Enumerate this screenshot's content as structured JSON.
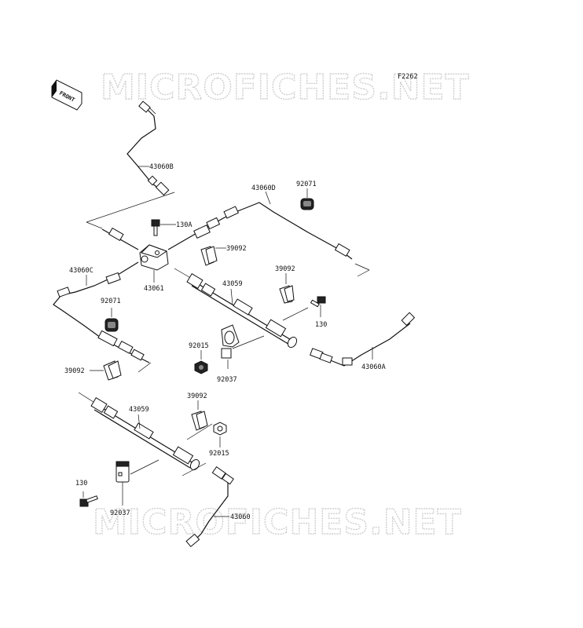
{
  "diagram": {
    "ref_code": "F2262",
    "front_label": "FRONT",
    "watermarks": [
      "MICROFICHES.NET",
      "MICROFICHES.NET"
    ],
    "part_labels": [
      {
        "id": "p43060b",
        "text": "43060B"
      },
      {
        "id": "p130a",
        "text": "130A"
      },
      {
        "id": "p43060d",
        "text": "43060D"
      },
      {
        "id": "p92071a",
        "text": "92071"
      },
      {
        "id": "p39092a",
        "text": "39092"
      },
      {
        "id": "p43061",
        "text": "43061"
      },
      {
        "id": "p43060c",
        "text": "43060C"
      },
      {
        "id": "p43059a",
        "text": "43059"
      },
      {
        "id": "p39092b",
        "text": "39092"
      },
      {
        "id": "p92071b",
        "text": "92071"
      },
      {
        "id": "p130b",
        "text": "130"
      },
      {
        "id": "p92015a",
        "text": "92015"
      },
      {
        "id": "p92037a",
        "text": "92037"
      },
      {
        "id": "p43060a",
        "text": "43060A"
      },
      {
        "id": "p39092c",
        "text": "39092"
      },
      {
        "id": "p43059b",
        "text": "43059"
      },
      {
        "id": "p39092d",
        "text": "39092"
      },
      {
        "id": "p92015b",
        "text": "92015"
      },
      {
        "id": "p130c",
        "text": "130"
      },
      {
        "id": "p92037b",
        "text": "92037"
      },
      {
        "id": "p43060",
        "text": "43060"
      }
    ]
  }
}
